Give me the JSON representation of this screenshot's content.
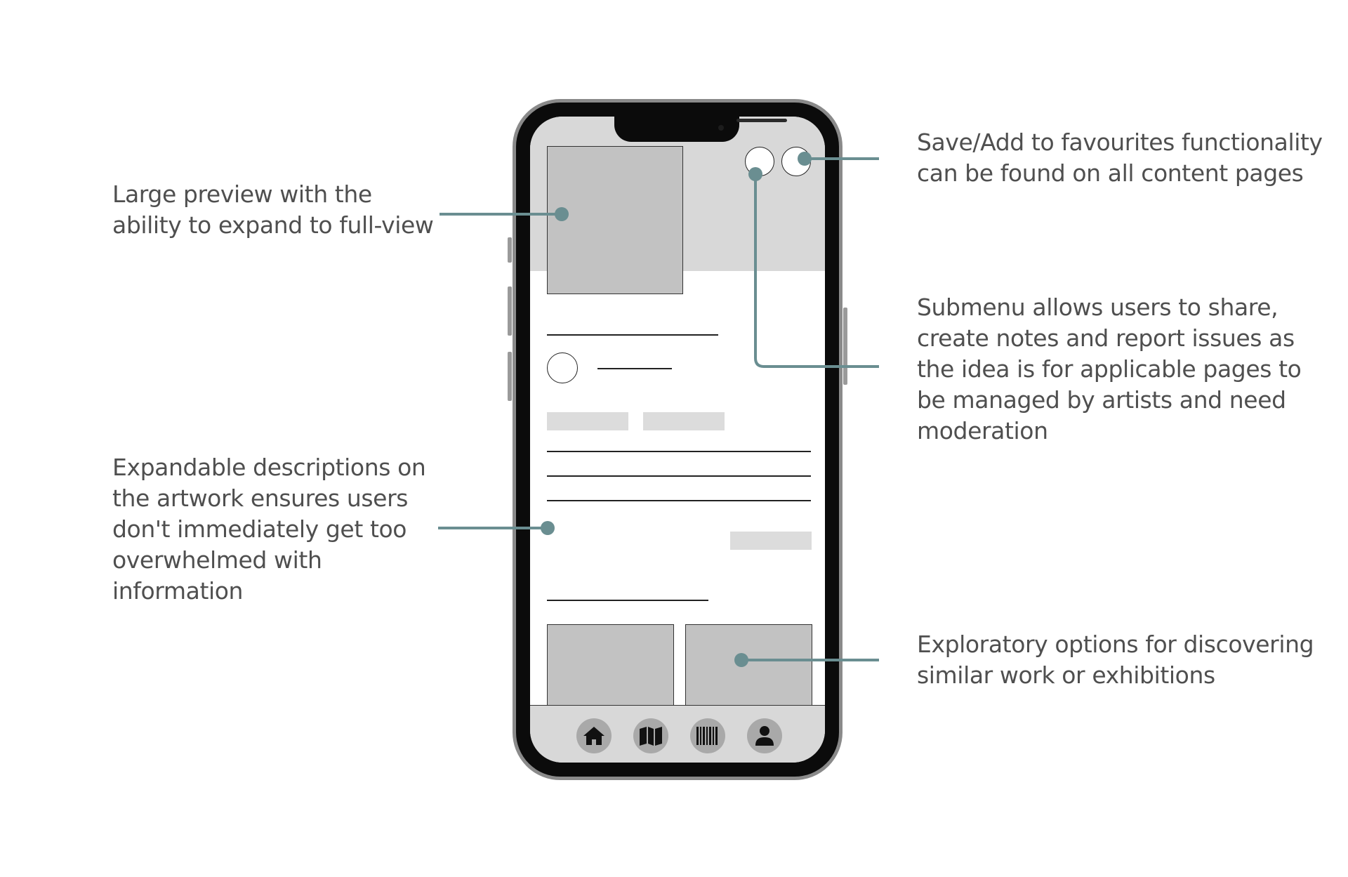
{
  "annotations": {
    "preview": "Large preview with the ability to expand to full-view",
    "description": "Expandable descriptions on the artwork ensures users don't immediately get too overwhelmed with information",
    "save": "Save/Add to favourites functionality can be found on all content pages",
    "submenu": "Submenu allows users to share, create notes and report issues as the idea is for applicable pages to be managed by artists and need moderation",
    "explore": "Exploratory options for discovering similar work or exhibitions"
  },
  "nav_icons": [
    "home-icon",
    "map-icon",
    "barcode-icon",
    "profile-icon"
  ],
  "colors": {
    "annotation_text": "#4f4f4f",
    "callout": "#6a8e91",
    "placeholder_grey": "#c2c2c2",
    "band_grey": "#d8d8d8",
    "phone_frame": "#0b0b0b"
  }
}
